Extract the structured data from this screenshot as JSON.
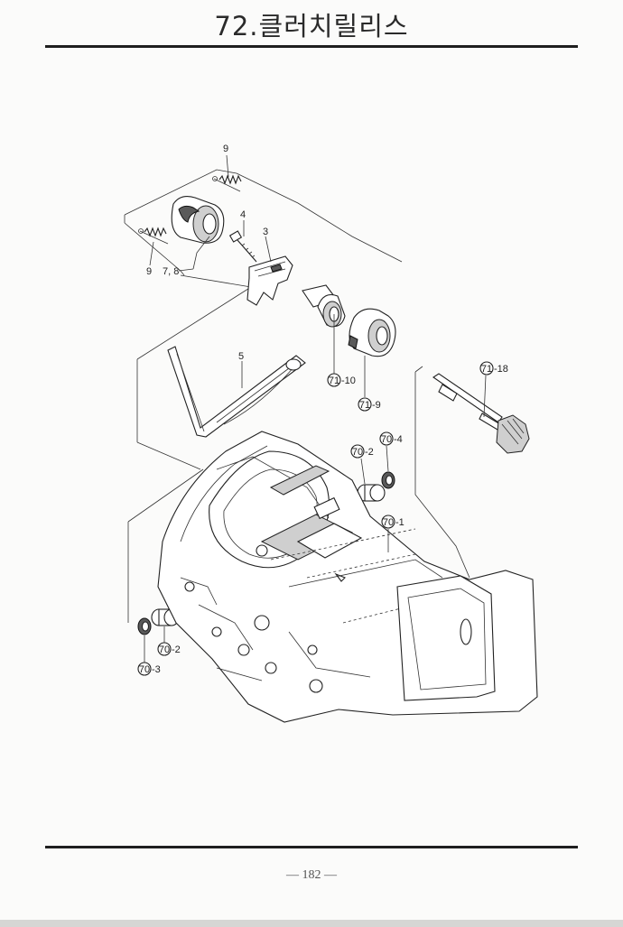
{
  "header": {
    "title": "72.클러치릴리스"
  },
  "footer": {
    "page_number": "— 182 —"
  },
  "callouts": {
    "spring_top": "9",
    "bolt": "4",
    "fork_bracket": "3",
    "spring_left": "9",
    "bearing": "7, 8",
    "lever": "5",
    "seal_circle_10": "71",
    "seal_suffix_10": "-10",
    "collar_circle_9": "71",
    "collar_suffix_9": "-9",
    "shaft_circle_18": "71",
    "shaft_suffix_18": "-18",
    "bush_top_circle": "70",
    "bush_top_suffix": "-2",
    "seal_top_circle": "70",
    "seal_top_suffix": "-4",
    "case_circle": "70",
    "case_suffix": "-1",
    "bush_bottom_circle": "70",
    "bush_bottom_suffix": "-2",
    "seal_bottom_circle": "70",
    "seal_bottom_suffix": "-3"
  }
}
